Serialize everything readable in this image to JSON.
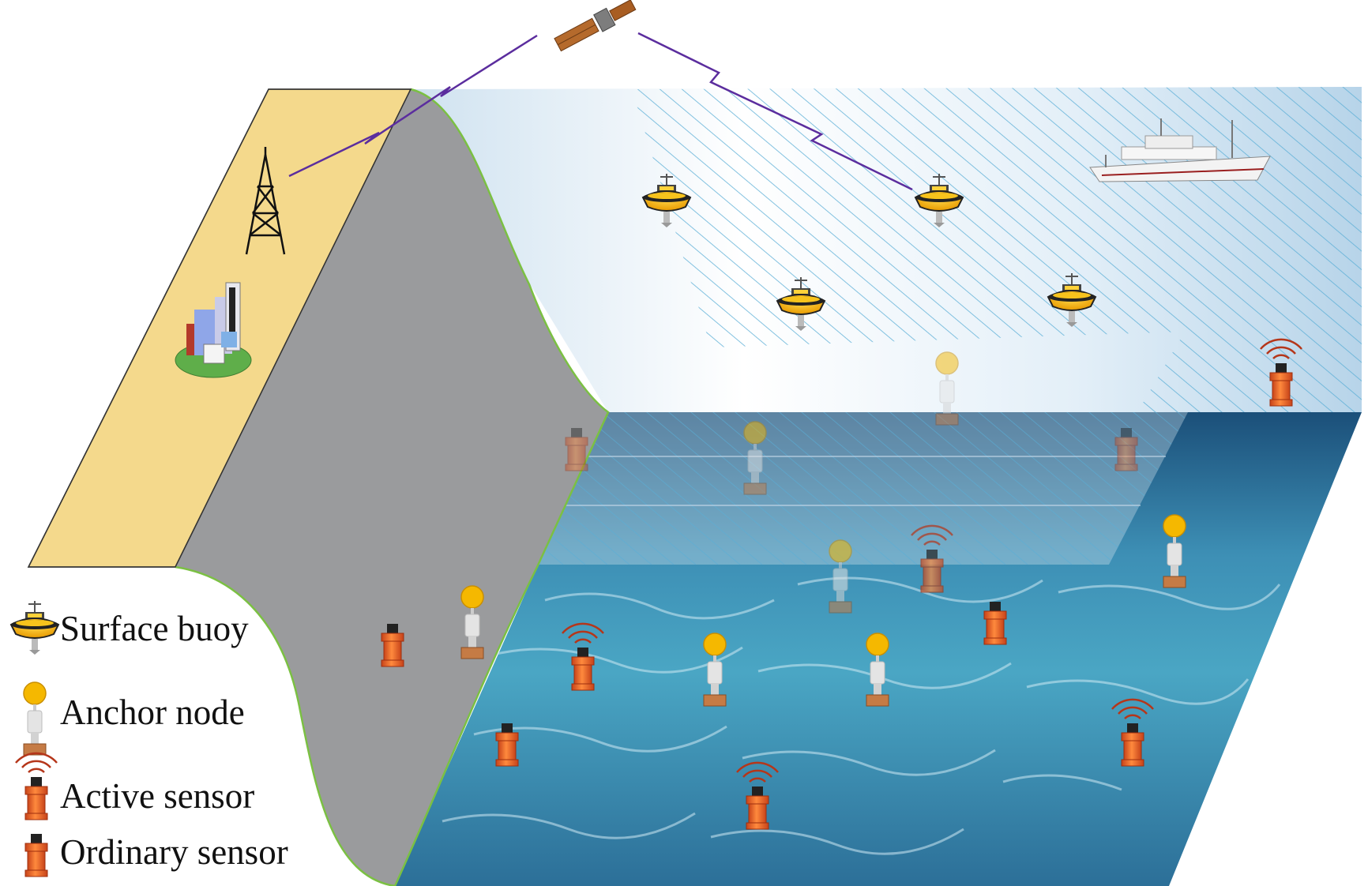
{
  "legend": {
    "surface_buoy": "Surface buoy",
    "anchor_node": "Anchor node",
    "active_sensor": "Active sensor",
    "ordinary_sensor": "Ordinary sensor"
  },
  "colors": {
    "land": "#f4d98c",
    "slope": "#9a9b9d",
    "coast_line": "#7bc043",
    "sky_light": "#eef6fb",
    "sky_blue": "#b9d6ea",
    "hatch": "#5aaed6",
    "sea_deep": "#164a72",
    "sea_light": "#4aa6c4",
    "buoy_orange": "#f2a900",
    "sensor_orange": "#e8611e",
    "link_purple": "#5b2d9e"
  },
  "icons": [
    "satellite-icon",
    "tower-icon",
    "city-icon",
    "ship-icon",
    "surface-buoy-icon",
    "anchor-node-icon",
    "active-sensor-icon",
    "ordinary-sensor-icon"
  ]
}
